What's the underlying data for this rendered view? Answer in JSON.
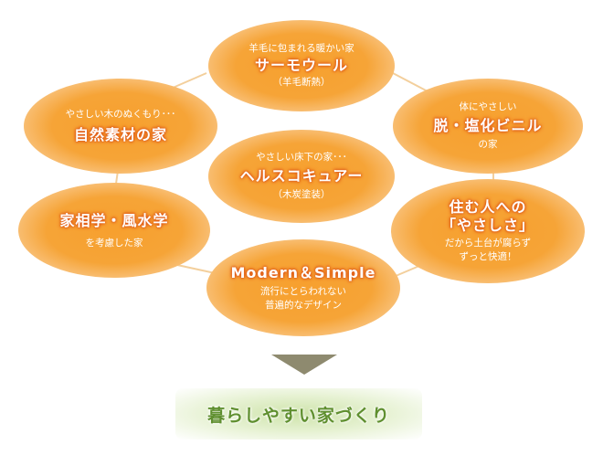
{
  "nodes": {
    "top": {
      "small": "羊毛に包まれる暖かい家",
      "big": "サーモウール",
      "sub": "（羊毛断熱）"
    },
    "left_top": {
      "small": "やさしい木のぬくもり･･･",
      "big": "自然素材の家"
    },
    "center": {
      "small": "やさしい床下の家･･･",
      "big": "ヘルスコキュアー",
      "sub": "（木炭塗装）"
    },
    "right_top": {
      "small": "体にやさしい",
      "big": "脱・塩化ビニル",
      "sub": "の家"
    },
    "left_bottom": {
      "big": "家相学・風水学",
      "small": "を考慮した家"
    },
    "right_bottom": {
      "big1": "住む人への",
      "big2": "「やさしさ」",
      "small1": "だから土台が腐らず",
      "small2": "ずっと快適！"
    },
    "bottom": {
      "big": "Modern＆Simple",
      "small1": "流行にとらわれない",
      "small2": "普遍的なデザイン"
    }
  },
  "result": {
    "label": "暮らしやすい家づくり"
  },
  "colors": {
    "node": "#f6a437",
    "title_glow": "#e15a16",
    "arrow": "#8e8a6f",
    "result_text": "#5f8f2f"
  }
}
